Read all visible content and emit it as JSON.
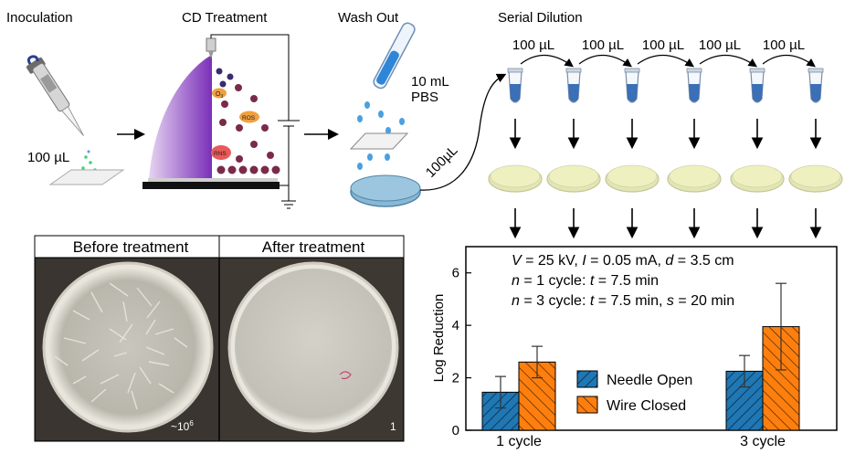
{
  "steps": {
    "inoculation": "Inoculation",
    "cd_treatment": "CD Treatment",
    "wash_out": "Wash Out",
    "serial_dilution": "Serial Dilution"
  },
  "inoculation_volume": "100 µL",
  "wash": {
    "volume": "10 mL",
    "solution": "PBS",
    "transfer_volume": "100µL"
  },
  "dilution_volume": "100 µL",
  "species_labels": {
    "o3": "O",
    "o3_sub": "3",
    "ros": "ROS",
    "rns": "RNS"
  },
  "photo_panel": {
    "before_label": "Before treatment",
    "after_label": "After treatment",
    "before_count": "~10",
    "before_count_exp": "6",
    "after_count": "1"
  },
  "colors": {
    "needle_open": "#1f77b4",
    "wire_closed": "#ff7f0e",
    "plasma": "#8a3fc0",
    "agar": "#eef0c0",
    "petri": "#8ab8d4"
  },
  "chart_data": {
    "type": "bar",
    "categories": [
      "1 cycle",
      "3 cycle"
    ],
    "series": [
      {
        "name": "Needle Open",
        "values": [
          1.45,
          2.25
        ],
        "errors": [
          0.6,
          0.6
        ]
      },
      {
        "name": "Wire Closed",
        "values": [
          2.6,
          3.95
        ],
        "errors": [
          0.6,
          1.65
        ]
      }
    ],
    "ylabel": "Log Reduction",
    "ylim": [
      0,
      7
    ],
    "yticks": [
      "0",
      "2",
      "4",
      "6"
    ],
    "legend": "center",
    "conditions": {
      "line1": {
        "v": "V",
        "v_val": " = 25 kV, ",
        "i": "I",
        "i_val": " = 0.05 mA, ",
        "d": "d",
        "d_val": " = 3.5 cm"
      },
      "line2": {
        "n": "n",
        "n_val": " = 1 cycle: ",
        "t": "t",
        "t_val": " = 7.5 min"
      },
      "line3": {
        "n": "n",
        "n_val": " = 3 cycle: ",
        "t": "t",
        "t_val": " = 7.5 min, ",
        "s": "s",
        "s_val": " = 20 min"
      }
    }
  }
}
